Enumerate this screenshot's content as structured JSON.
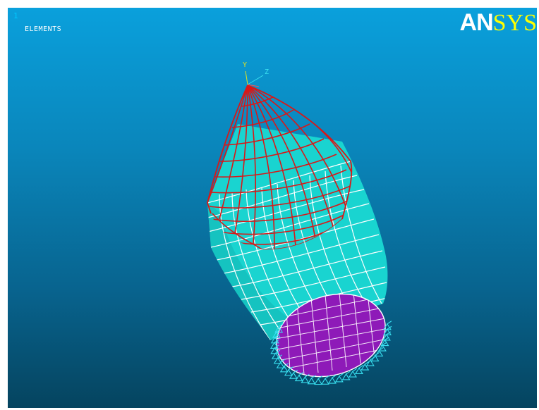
{
  "window": {
    "number": "1",
    "plot_label": "ELEMENTS"
  },
  "logo": {
    "part1": "AN",
    "part2": "SYS"
  },
  "triad": {
    "y_label": "Y",
    "z_label": "Z"
  },
  "colors": {
    "background_top": "#0aa0dc",
    "background_bottom": "#05445f",
    "nose_mesh": "#d81818",
    "body_fill": "#19d4d0",
    "mesh_lines": "#ffffff",
    "end_cap": "#8e1ab8",
    "constraints": "#39e0f0"
  }
}
